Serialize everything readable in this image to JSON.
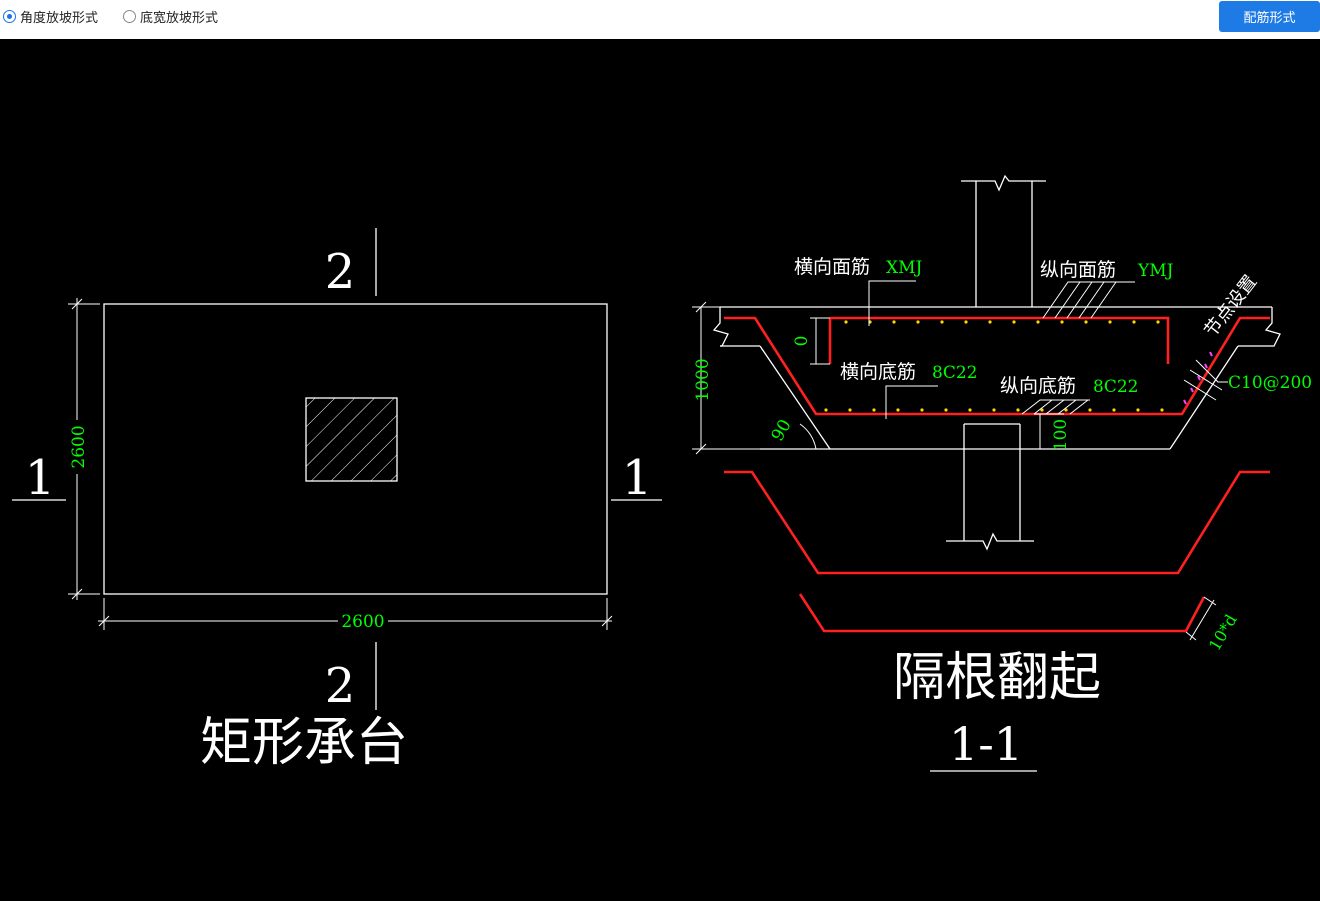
{
  "toolbar": {
    "radio_angle": "角度放坡形式",
    "radio_width": "底宽放坡形式",
    "selected": "angle",
    "button": "配筋形式"
  },
  "left": {
    "title": "矩形承台",
    "dim_bottom": "2600",
    "dim_left": "2600",
    "sec_top": "2",
    "sec_bottom": "2",
    "sec_left": "1",
    "sec_right": "1"
  },
  "right": {
    "label_xmj": "横向面筋",
    "label_xmj_code": "XMJ",
    "label_ymj": "纵向面筋",
    "label_ymj_code": "YMJ",
    "label_node": "节点设置",
    "label_hdj": "横向底筋",
    "label_hdj_code": "8C22",
    "label_zdj": "纵向底筋",
    "label_zdj_code": "8C22",
    "label_stirrup": "C10@200",
    "dim_1000": "1000",
    "dim_0": "0",
    "dim_100": "100",
    "angle": "90",
    "hook": "10*d",
    "title": "隔根翻起",
    "section": "1-1"
  },
  "colors": {
    "label_code": "#00ff00",
    "rebar": "#ff2020",
    "line": "#ffffff",
    "accent": "#1e7be6"
  }
}
